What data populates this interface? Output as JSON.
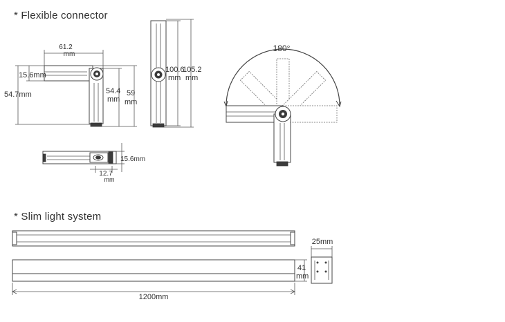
{
  "sections": {
    "flexible_connector": "* Flexible connector",
    "slim_light_system": "* Slim light system"
  },
  "connector_dimensions": {
    "top_width_value": "61.2",
    "top_width_unit": "mm",
    "side_offset": "15.6mm",
    "left_height": "54.7mm",
    "inner_height_value": "54.4",
    "inner_height_unit": "mm",
    "outer_height_value": "59",
    "outer_height_unit": "mm",
    "vertical_inner_value": "100.6",
    "vertical_inner_unit": "mm",
    "vertical_outer_value": "105.2",
    "vertical_outer_unit": "mm",
    "rotation_angle": "180°",
    "bottom_height": "15.6mm",
    "bottom_depth_value": "12.7",
    "bottom_depth_unit": "mm"
  },
  "slim_dimensions": {
    "length": "1200mm",
    "width": "25mm",
    "height_value": "41",
    "height_unit": "mm"
  }
}
